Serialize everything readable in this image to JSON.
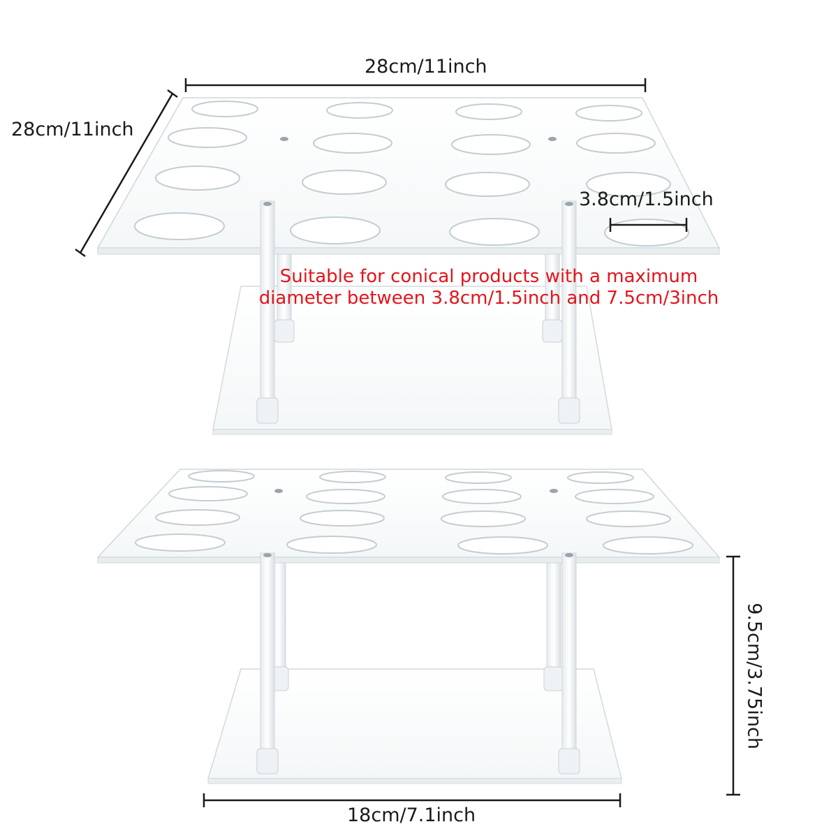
{
  "dimensions": {
    "top_width": "28cm/11inch",
    "top_depth": "28cm/11inch",
    "hole_diameter": "3.8cm/1.5inch",
    "base_width": "18cm/7.1inch",
    "height": "9.5cm/3.75inch"
  },
  "notice": {
    "line1": "Suitable for conical products with a maximum",
    "line2": "diameter between 3.8cm/1.5inch and 7.5cm/3inch"
  },
  "colors": {
    "notice_text": "#e3141b",
    "dimension_text": "#1a1a1a",
    "acrylic_edge": "#cfd6db"
  },
  "product": {
    "tiers": 2,
    "holes_per_tier": 16,
    "support_posts": 4
  }
}
